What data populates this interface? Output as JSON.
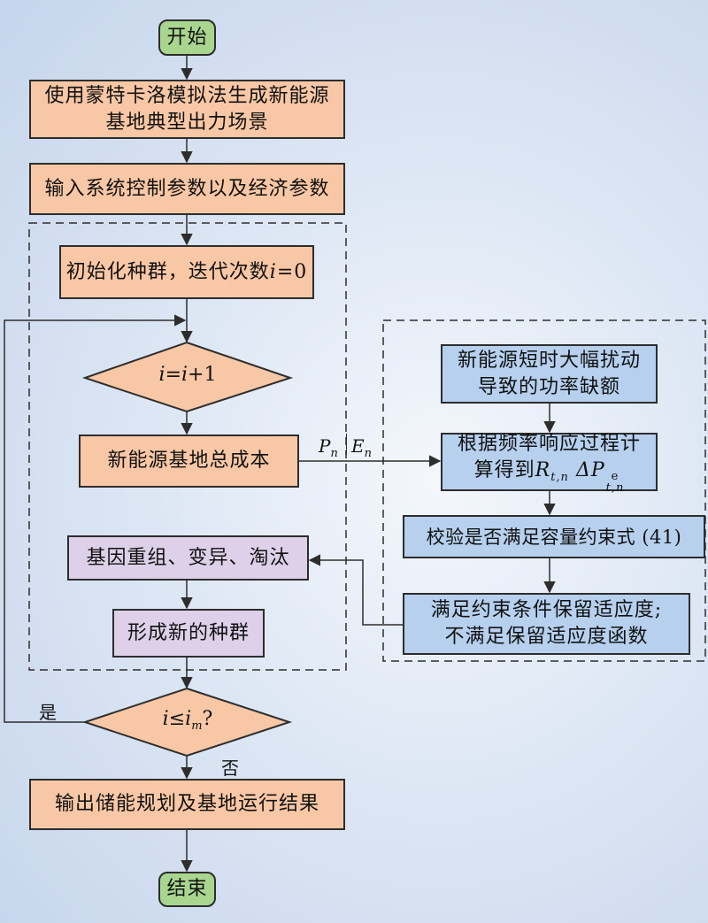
{
  "nodes": {
    "start": "开始",
    "mc": [
      "使用蒙特卡洛模拟法生成新能源",
      "基地典型出力场景"
    ],
    "input": "输入系统控制参数以及经济参数",
    "init": {
      "text": "初始化种群，迭代次数",
      "var": "i",
      "eq": "=0"
    },
    "incr": {
      "a": "i",
      "b": "=",
      "c": "i",
      "d": "+1"
    },
    "cost": "新能源基地总成本",
    "genetic": "基因重组、变异、淘汰",
    "newpop": "形成新的种群",
    "check": {
      "a": "i",
      "op": "≤",
      "b": "i",
      "sub": "m",
      "q": "?"
    },
    "output": "输出储能规划及基地运行结果",
    "end": "结束",
    "shortage": [
      "新能源短时大幅扰动",
      "导致的功率缺额"
    ],
    "freq": {
      "line1": "根据频率响应过程计",
      "line2": "算得到",
      "r": "R",
      "r_sub": "t,n",
      "sep": " ",
      "delta": "ΔP",
      "d_sup": "e",
      "d_sub": "t,n"
    },
    "verify": "校验是否满足容量约束式 (41)",
    "fitness": [
      "满足约束条件保留适应度;",
      "不满足保留适应度函数"
    ]
  },
  "labels": {
    "pn": "P",
    "pn_sub": "n",
    "en": "E",
    "en_sub": "n",
    "yes": "是",
    "no": "否"
  },
  "colors": {
    "orange": "#f8c7a5",
    "green": "#a9d68f",
    "purple": "#ddd0e8",
    "blue": "#b6d0ee",
    "line": "#2d2d2d"
  }
}
